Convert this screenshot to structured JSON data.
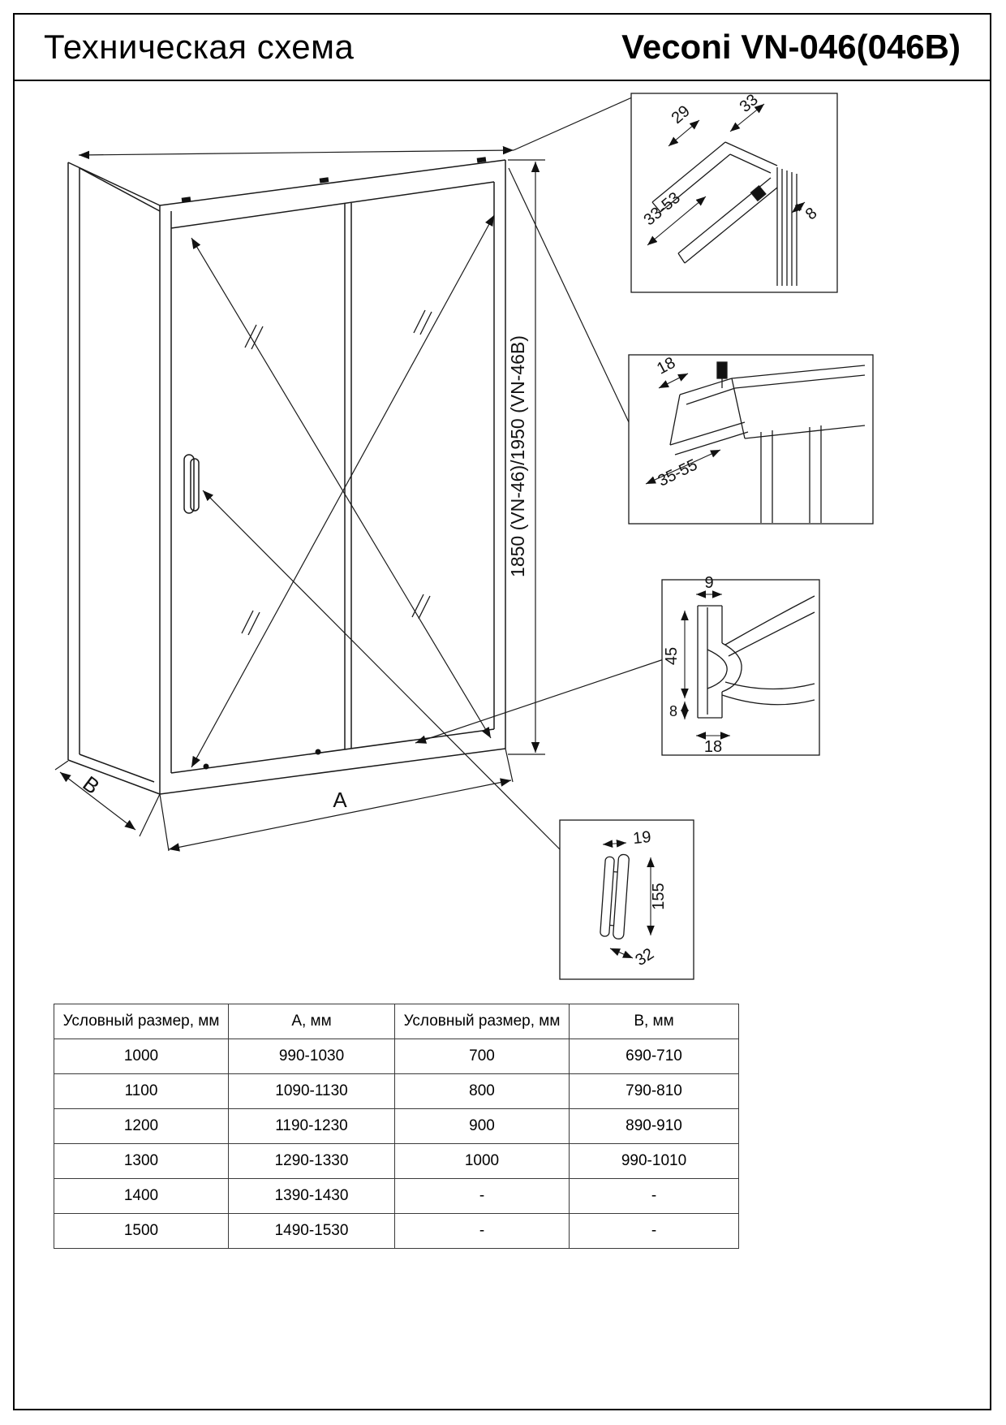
{
  "header": {
    "title": "Техническая схема",
    "model": "Veconi VN-046(046B)"
  },
  "diagram": {
    "height_label": "1850 (VN-46)/1950 (VN-46B)",
    "width_label": "А",
    "depth_label": "B",
    "detail_top_profile": {
      "dims": [
        "29",
        "33",
        "33-53",
        "8"
      ]
    },
    "detail_wall_profile": {
      "dims": [
        "18",
        "35-55"
      ]
    },
    "detail_bottom_profile": {
      "dims": [
        "9",
        "45",
        "8",
        "18"
      ]
    },
    "detail_handle": {
      "dims": [
        "19",
        "155",
        "32"
      ]
    }
  },
  "table": {
    "headers": [
      "Условный размер, мм",
      "А, мм",
      "Условный размер, мм",
      "В, мм"
    ],
    "rows": [
      [
        "1000",
        "990-1030",
        "700",
        "690-710"
      ],
      [
        "1100",
        "1090-1130",
        "800",
        "790-810"
      ],
      [
        "1200",
        "1190-1230",
        "900",
        "890-910"
      ],
      [
        "1300",
        "1290-1330",
        "1000",
        "990-1010"
      ],
      [
        "1400",
        "1390-1430",
        "-",
        "-"
      ],
      [
        "1500",
        "1490-1530",
        "-",
        "-"
      ]
    ]
  }
}
